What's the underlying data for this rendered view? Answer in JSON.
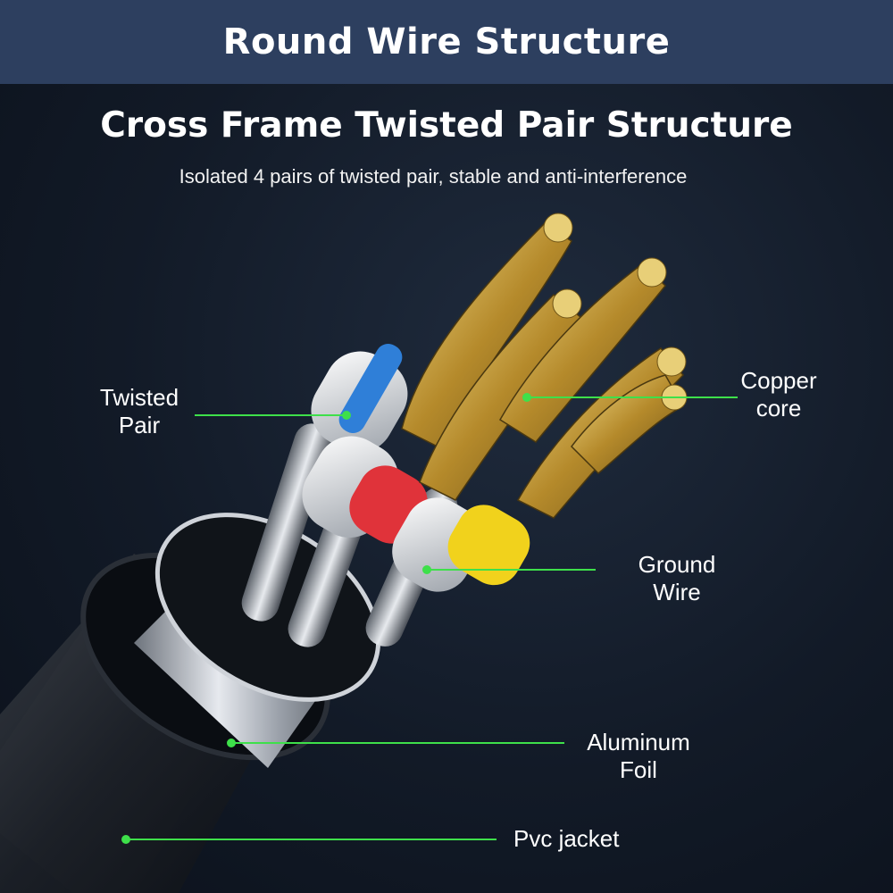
{
  "header": {
    "title": "Round Wire Structure"
  },
  "subtitle": "Cross Frame Twisted Pair Structure",
  "description": "Isolated 4 pairs of twisted pair, stable and anti-interference",
  "callouts": {
    "twisted_pair": {
      "line1": "Twisted",
      "line2": "Pair"
    },
    "copper_core": {
      "line1": "Copper",
      "line2": "core"
    },
    "ground_wire": {
      "line1": "Ground",
      "line2": "Wire"
    },
    "aluminum_foil": {
      "line1": "Aluminum",
      "line2": "Foil"
    },
    "pvc_jacket": {
      "line1": "Pvc jacket"
    }
  },
  "colors": {
    "header_bg": "#2d3f5f",
    "callout_line": "#3ee04a",
    "copper": "#c9a94a",
    "insulation_red": "#e0333a",
    "insulation_yellow": "#f1d21c",
    "insulation_blue": "#2f7fd8"
  }
}
